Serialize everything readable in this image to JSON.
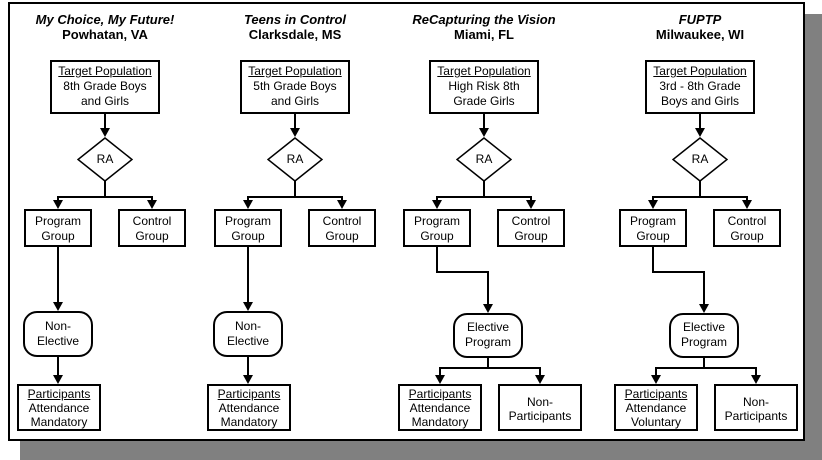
{
  "frame": {
    "background": "#ffffff",
    "border_color": "#000000",
    "shadow_color": "#808080"
  },
  "columns": [
    {
      "title": "My Choice, My Future!",
      "location": "Powhatan, VA",
      "target": {
        "heading": "Target Population",
        "line1": "8th Grade Boys",
        "line2": "and Girls"
      },
      "ra": "RA",
      "program_group": "Program Group",
      "control_group": "Control Group",
      "assignment": {
        "line1": "Non-",
        "line2": "Elective"
      },
      "participants": {
        "heading": "Participants",
        "line1": "Attendance",
        "line2": "Mandatory"
      }
    },
    {
      "title": "Teens in Control",
      "location": "Clarksdale, MS",
      "target": {
        "heading": "Target Population",
        "line1": "5th Grade Boys",
        "line2": "and Girls"
      },
      "ra": "RA",
      "program_group": "Program Group",
      "control_group": "Control Group",
      "assignment": {
        "line1": "Non-",
        "line2": "Elective"
      },
      "participants": {
        "heading": "Participants",
        "line1": "Attendance",
        "line2": "Mandatory"
      }
    },
    {
      "title": "ReCapturing the Vision",
      "location": "Miami, FL",
      "target": {
        "heading": "Target Population",
        "line1": "High Risk 8th",
        "line2": "Grade Girls"
      },
      "ra": "RA",
      "program_group": "Program Group",
      "control_group": "Control Group",
      "assignment": {
        "line1": "Elective",
        "line2": "Program"
      },
      "participants": {
        "heading": "Participants",
        "line1": "Attendance",
        "line2": "Mandatory"
      },
      "non_participants": {
        "line1": "Non-",
        "line2": "Participants"
      }
    },
    {
      "title": "FUPTP",
      "location": "Milwaukee, WI",
      "target": {
        "heading": "Target Population",
        "line1": "3rd - 8th Grade",
        "line2": "Boys and Girls"
      },
      "ra": "RA",
      "program_group": "Program Group",
      "control_group": "Control Group",
      "assignment": {
        "line1": "Elective",
        "line2": "Program"
      },
      "participants": {
        "heading": "Participants",
        "line1": "Attendance",
        "line2": "Voluntary"
      },
      "non_participants": {
        "line1": "Non-",
        "line2": "Participants"
      }
    }
  ]
}
